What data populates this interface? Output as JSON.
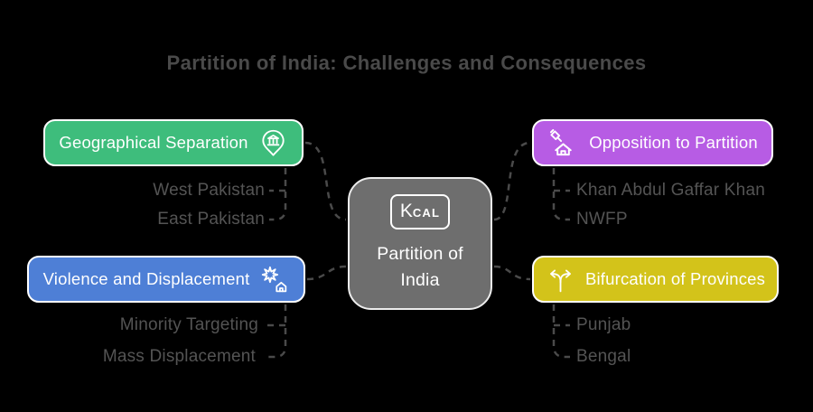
{
  "title": "Partition of India: Challenges and Consequences",
  "colors": {
    "background": "#000000",
    "connector": "#4a4a4a",
    "title_text": "#4a4a4a",
    "child_text": "#545454",
    "center_fill": "#6e6e6e",
    "green": "#3ebd7c",
    "blue": "#4e7fd6",
    "purple": "#b75ce4",
    "yellow": "#d3c31a"
  },
  "center": {
    "logo_text_large": "K",
    "logo_text_small": "CAL",
    "line1": "Partition of",
    "line2": "India"
  },
  "branches": [
    {
      "label": "Geographical Separation",
      "color": "#3ebd7c",
      "icon": "landmark-pin-icon",
      "children": [
        "West Pakistan",
        "East Pakistan"
      ]
    },
    {
      "label": "Violence and Displacement",
      "color": "#4e7fd6",
      "icon": "house-explosion-icon",
      "children": [
        "Minority Targeting",
        "Mass Displacement"
      ]
    },
    {
      "label": "Opposition to Partition",
      "color": "#b75ce4",
      "icon": "house-paintbrush-icon",
      "children": [
        "Khan Abdul Gaffar Khan",
        "NWFP"
      ]
    },
    {
      "label": "Bifurcation of Provinces",
      "color": "#d3c31a",
      "icon": "split-arrows-icon",
      "children": [
        "Punjab",
        "Bengal"
      ]
    }
  ]
}
